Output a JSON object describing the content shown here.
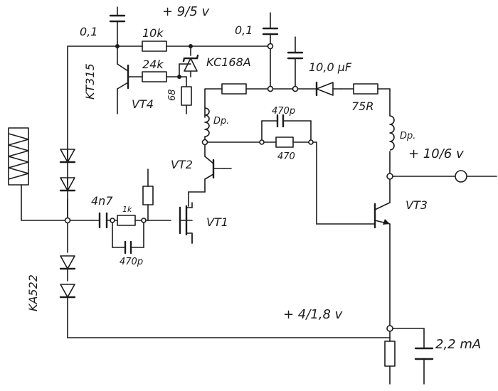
{
  "labels": {
    "cap_top_left": "0,1",
    "cap_top_mid": "0,1",
    "supply_top": "+ 9/5 v",
    "r_10k": "10k",
    "r_24k": "24k",
    "zener": "KC168A",
    "kt315": "KT315",
    "vt4": "VT4",
    "r_68": "68",
    "cap_10uf": "10,0 μF",
    "r_75": "75R",
    "inductor_left": "Dp.",
    "inductor_right": "Dp.",
    "cap_470_top": "470p",
    "r_470": "470",
    "vt2": "VT2",
    "vt1": "VT1",
    "vt3": "VT3",
    "cap_4n7": "4n7",
    "r_1k": "1k",
    "cap_470_bot": "470p",
    "supply_out": "+ 10/6 v",
    "diode_type": "KA522",
    "supply_low": "+ 4/1,8 v",
    "current": "2,2 mA"
  },
  "icons": [
    "coil-sensor-icon",
    "output-terminal-icon",
    "diode-icon",
    "zener-icon",
    "capacitor-icon",
    "resistor-icon",
    "inductor-icon",
    "transistor-icon"
  ]
}
